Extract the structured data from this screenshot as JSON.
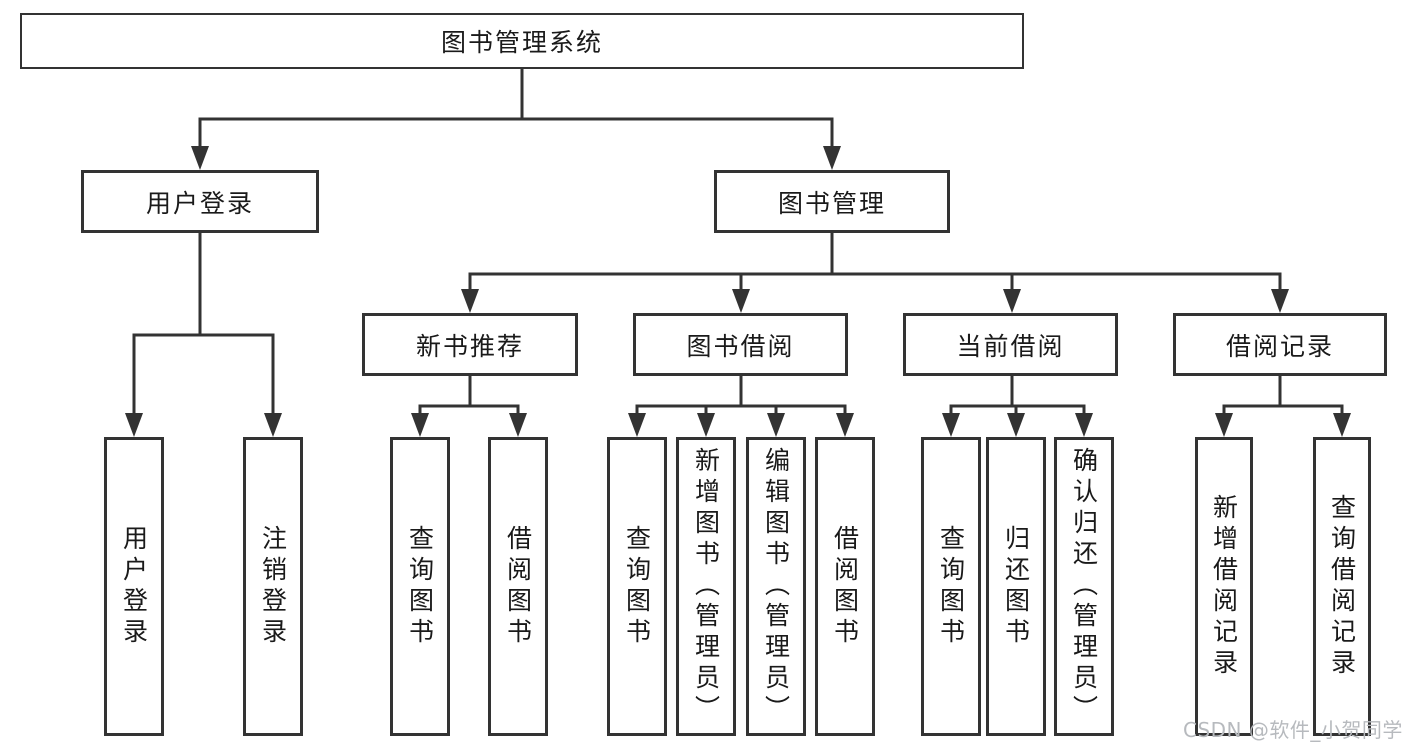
{
  "watermark": "CSDN @软件_小贺同学",
  "colors": {
    "line": "#333333",
    "box_border": "#333333",
    "box_fill": "#ffffff",
    "text": "#1a1a1a",
    "watermark": "#b7babe",
    "background": "#ffffff"
  },
  "tree": {
    "label": "图书管理系统",
    "children": [
      {
        "label": "用户登录",
        "children": [
          {
            "label": "用户登录"
          },
          {
            "label": "注销登录"
          }
        ]
      },
      {
        "label": "图书管理",
        "children": [
          {
            "label": "新书推荐",
            "children": [
              {
                "label": "查询图书"
              },
              {
                "label": "借阅图书"
              }
            ]
          },
          {
            "label": "图书借阅",
            "children": [
              {
                "label": "查询图书"
              },
              {
                "label": "新增图书（管理员）"
              },
              {
                "label": "编辑图书（管理员）"
              },
              {
                "label": "借阅图书"
              }
            ]
          },
          {
            "label": "当前借阅",
            "children": [
              {
                "label": "查询图书"
              },
              {
                "label": "归还图书"
              },
              {
                "label": "确认归还（管理员）"
              }
            ]
          },
          {
            "label": "借阅记录",
            "children": [
              {
                "label": "新增借阅记录"
              },
              {
                "label": "查询借阅记录"
              }
            ]
          }
        ]
      }
    ]
  }
}
